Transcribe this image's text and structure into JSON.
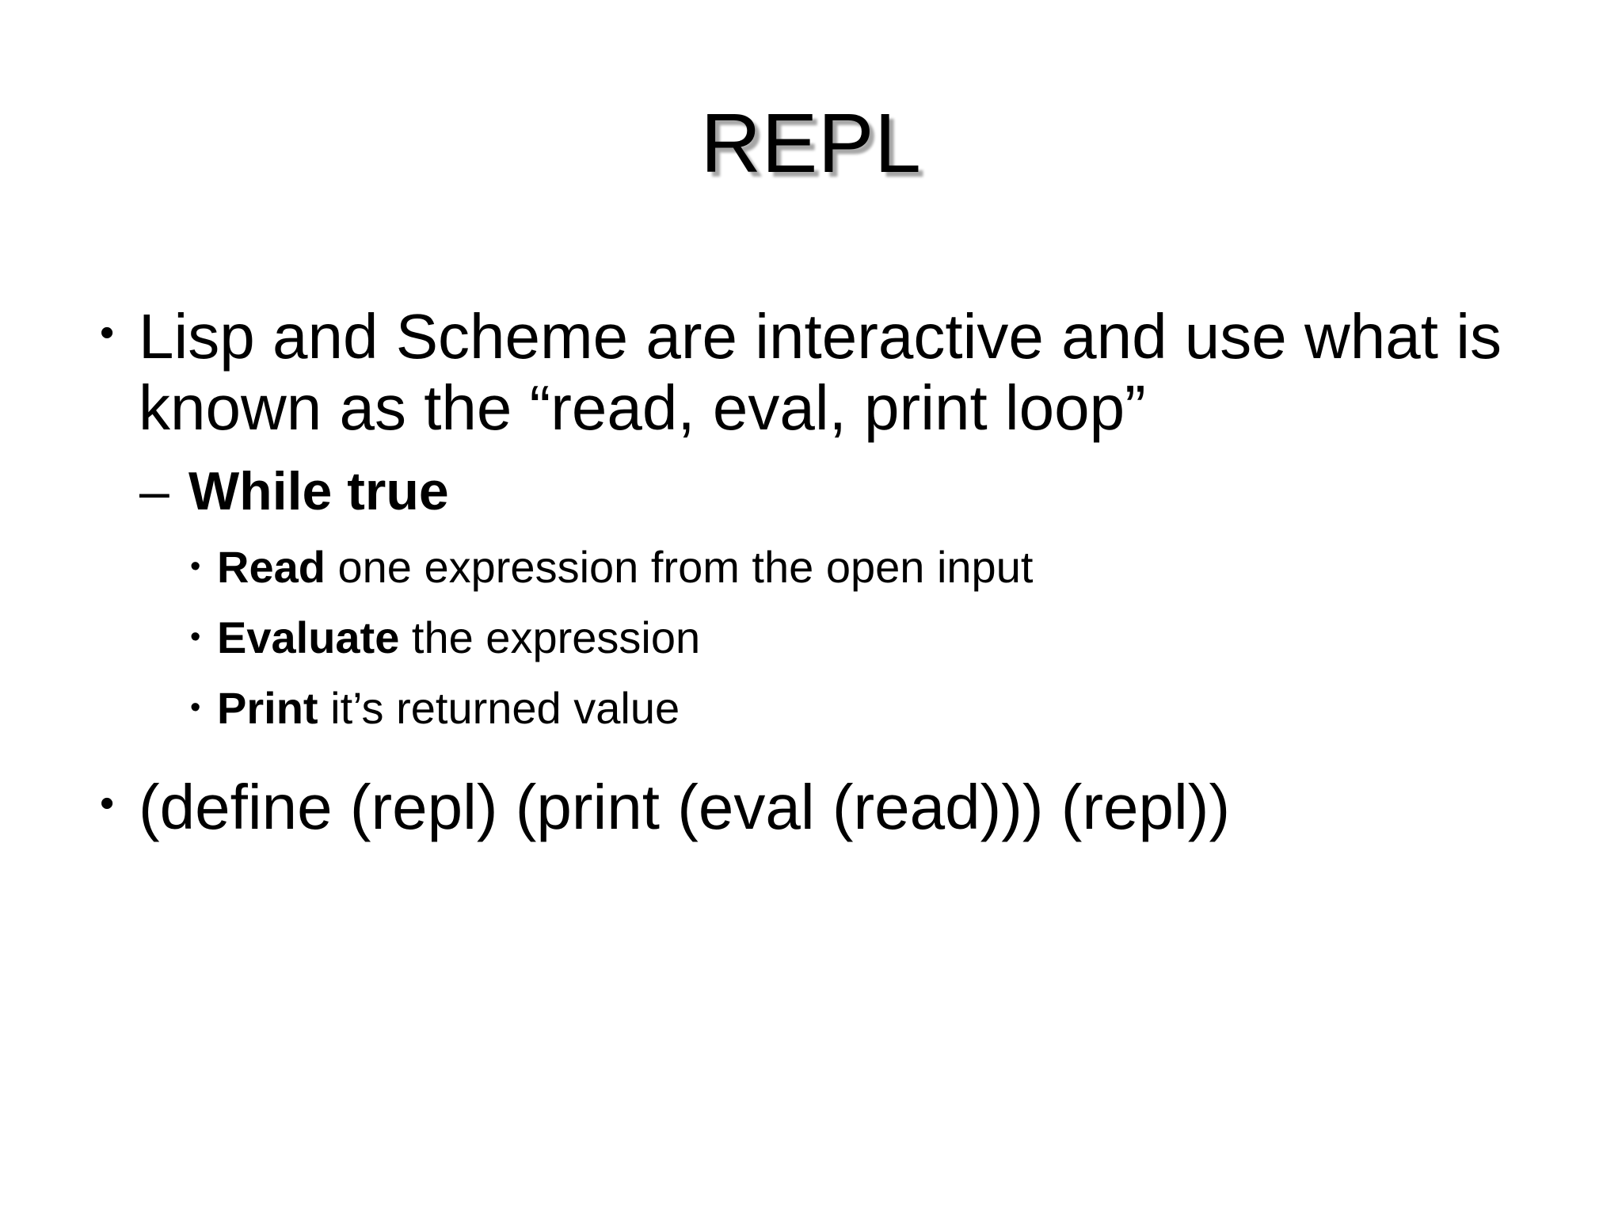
{
  "slide": {
    "background_color": "#ffffff",
    "text_color": "#000000",
    "title_shadow_color": "#969696",
    "title": "REPL",
    "bullets": {
      "level1_marker": "•",
      "level2_marker": "–",
      "level3_marker": "•"
    },
    "body": [
      {
        "level": 1,
        "text": "Lisp and Scheme are interactive and use what is known as the “read, eval, print loop”"
      },
      {
        "level": 2,
        "bold": true,
        "text": "While true"
      },
      {
        "level": 3,
        "lead": "Read",
        "text": " one expression from the open input"
      },
      {
        "level": 3,
        "lead": "Evaluate",
        "text": " the expression"
      },
      {
        "level": 3,
        "lead": "Print",
        "text": " it’s returned value"
      },
      {
        "level": 1,
        "text": "(define (repl) (print (eval (read))) (repl))"
      }
    ]
  }
}
